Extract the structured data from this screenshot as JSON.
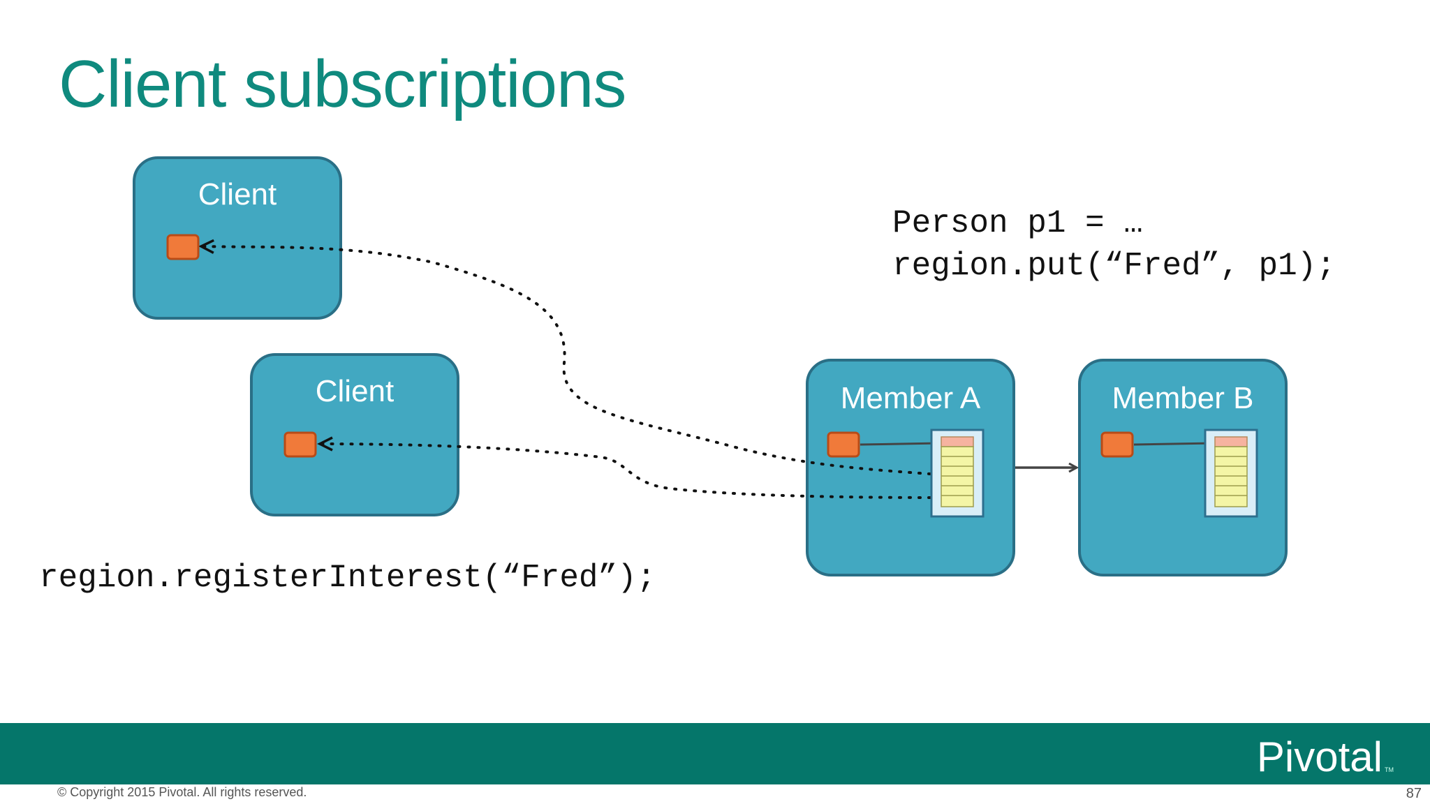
{
  "slide": {
    "title": "Client subscriptions",
    "copyright": "© Copyright 2015 Pivotal. All rights reserved.",
    "page_number": "87",
    "logo": "Pivotal",
    "logo_tm": "TM"
  },
  "nodes": {
    "client_top": "Client",
    "client_bottom": "Client",
    "member_a": "Member A",
    "member_b": "Member B"
  },
  "code": {
    "put_line1": "Person p1 = …",
    "put_line2": "region.put(“Fred”, p1);",
    "register": "region.registerInterest(“Fred”);"
  },
  "colors": {
    "title": "#0f8a7e",
    "node_fill": "#42a8c1",
    "node_border": "#2a6f86",
    "entry": "#f07a3a",
    "footer": "#05766a"
  },
  "icons": [
    "data-entry-icon",
    "region-table-icon",
    "arrow-icon",
    "dotted-arrow-icon"
  ]
}
